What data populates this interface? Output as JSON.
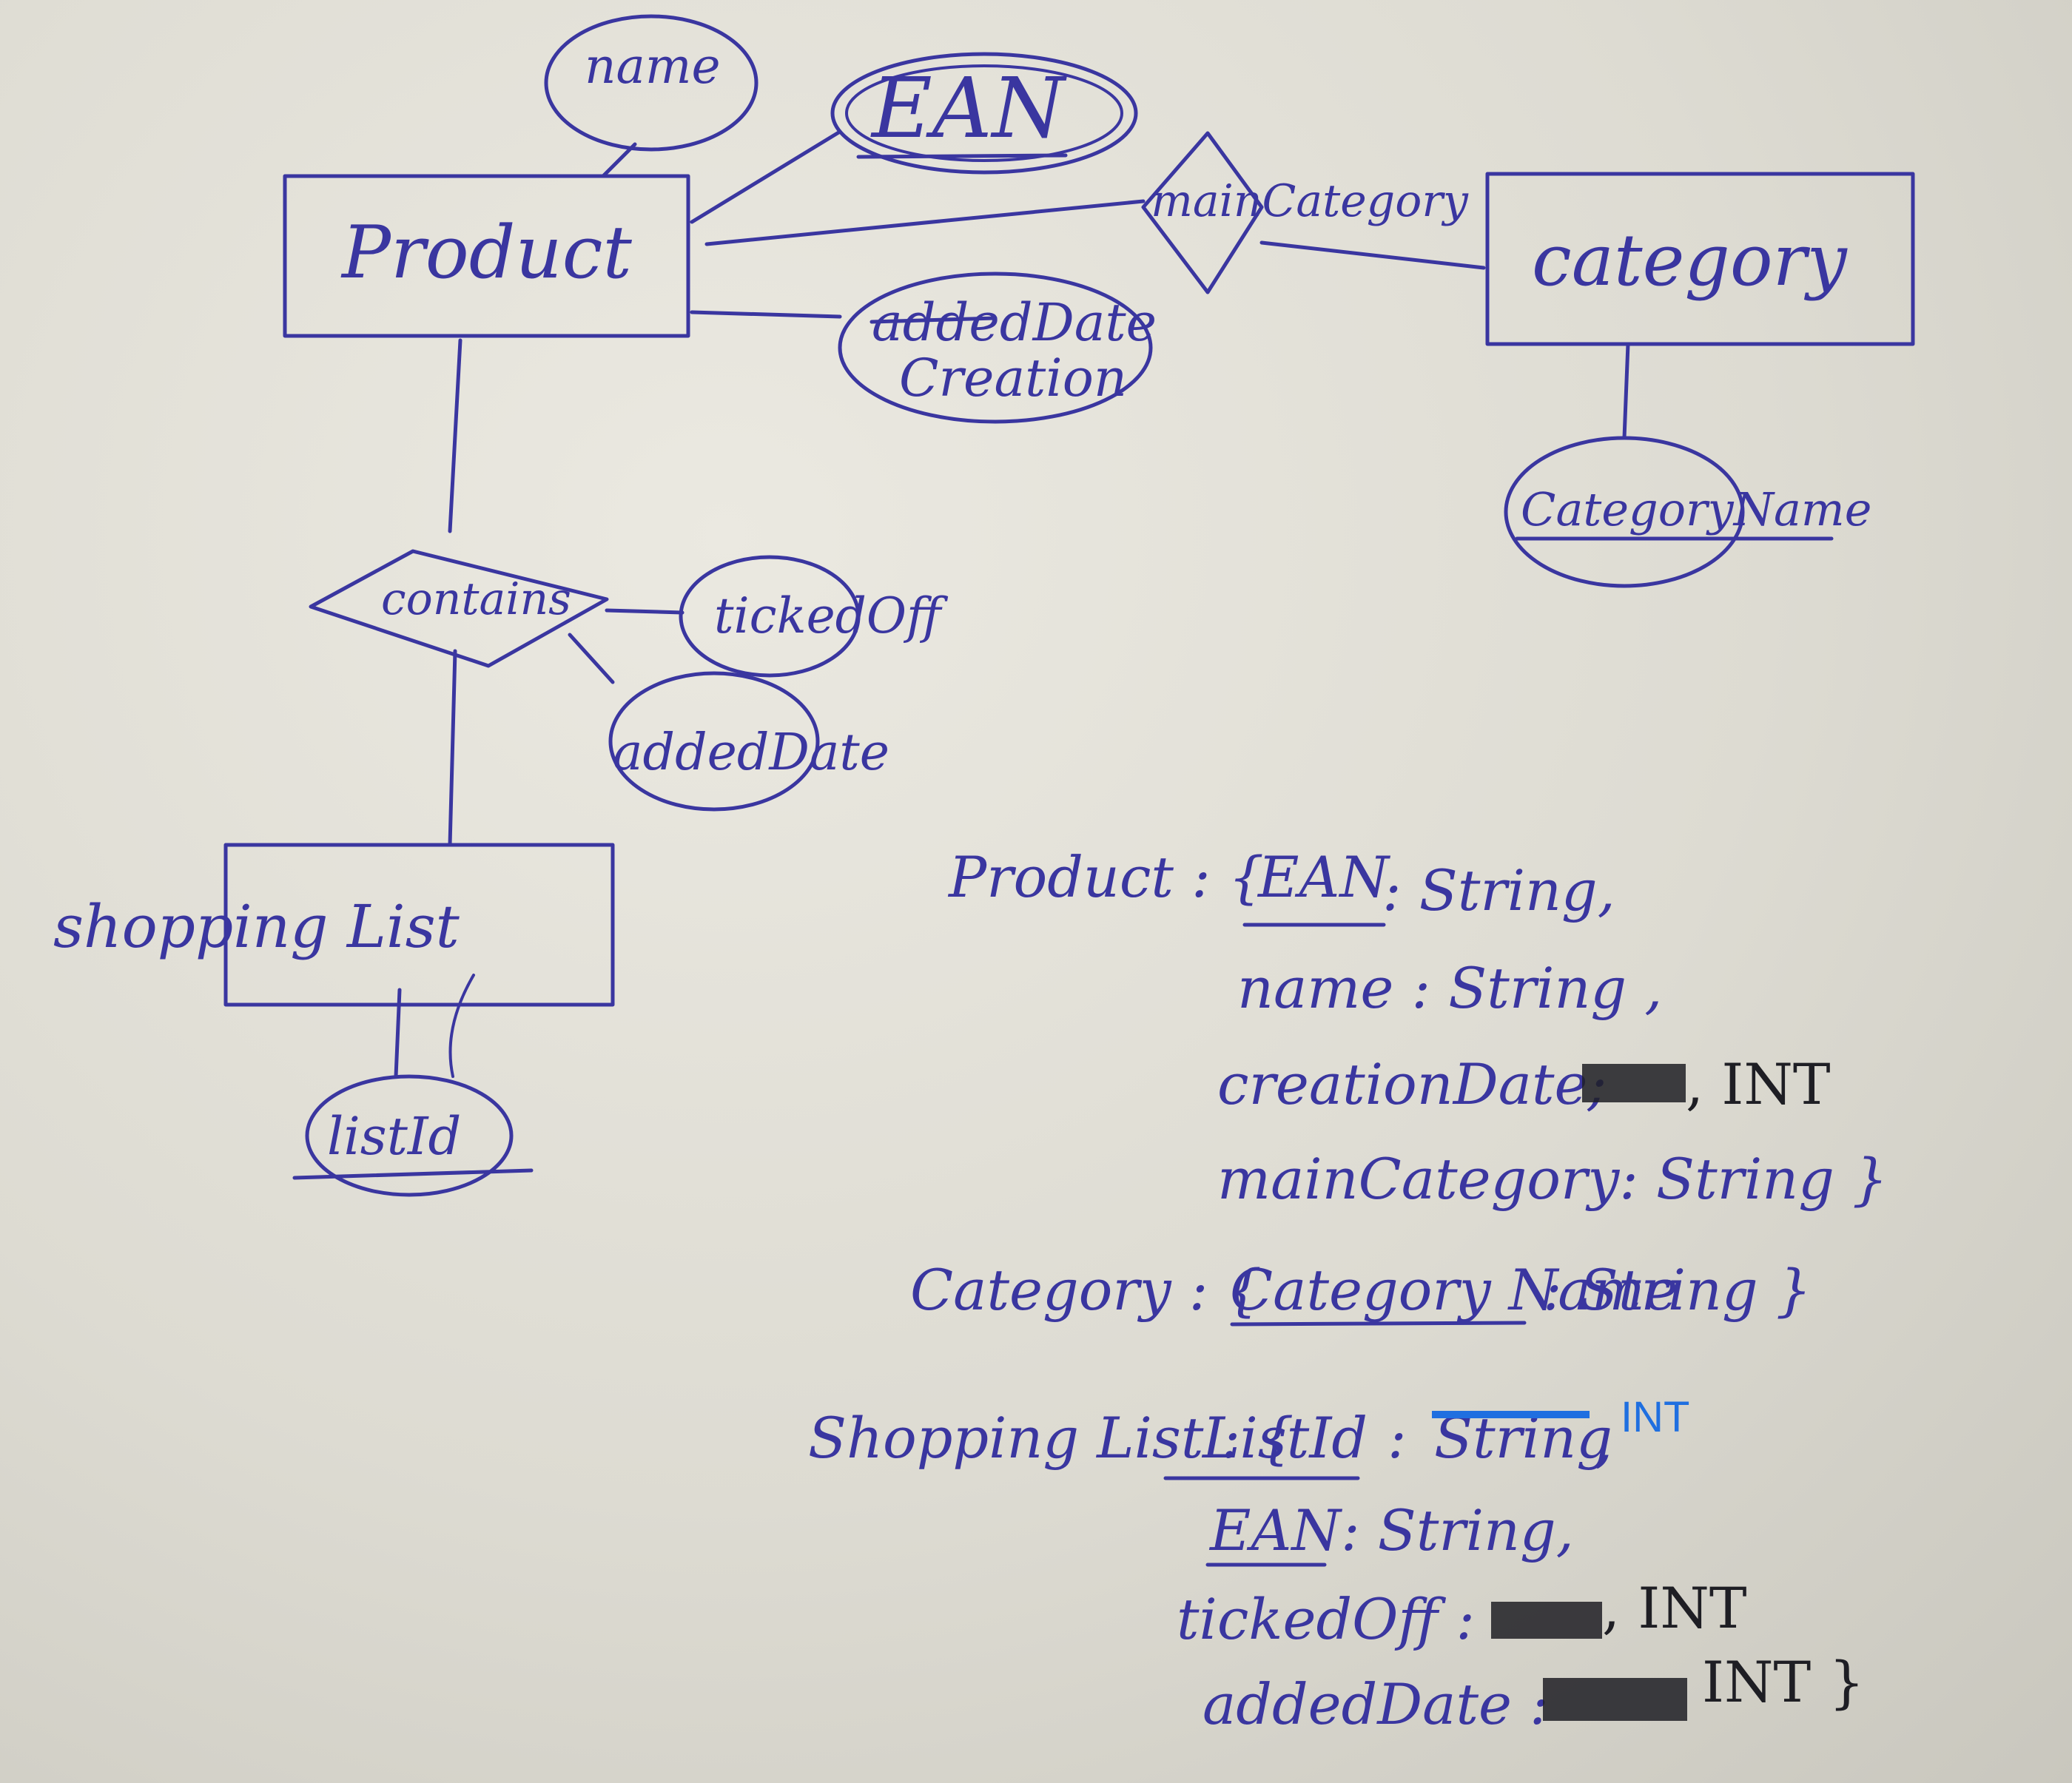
{
  "colors": {
    "ink": "#3a36a0",
    "pen": "#1e1e24",
    "typed": "#1f6fe0"
  },
  "entities": {
    "product": "Product",
    "category": "category",
    "shopping_list": "shopping List"
  },
  "attributes": {
    "name": "name",
    "ean": "EAN",
    "added_date": "addedDate",
    "creation": "Creation",
    "category_name": "CategoryName",
    "list_id": "listId",
    "ticked_off": "tickedOff",
    "added_date_rel": "addedDate"
  },
  "relationships": {
    "main_category": "mainCategory",
    "contains": "contains"
  },
  "schema": {
    "product": {
      "prefix": "Product : {",
      "ean_key": "EAN",
      "ean_type": ": String,",
      "name": "name : String ,",
      "creation_date": "creationDate;",
      "creation_date_type": ", INT",
      "main_category": "mainCategory: String }"
    },
    "category": {
      "prefix": "Category : {",
      "key": "Category Name",
      "type": ": String }"
    },
    "shopping_list": {
      "prefix": "Shopping List : {",
      "list_id_key": "ListId",
      "list_id_colon": ":",
      "list_id_old_type": "String",
      "list_id_comma": ",",
      "list_id_new_type": "INT",
      "ean_key": "EAN",
      "ean_type": ": String,",
      "ticked_off": "tickedOff :",
      "ticked_off_type": ", INT",
      "added_date": "addedDate :",
      "added_date_type": "INT }"
    }
  }
}
